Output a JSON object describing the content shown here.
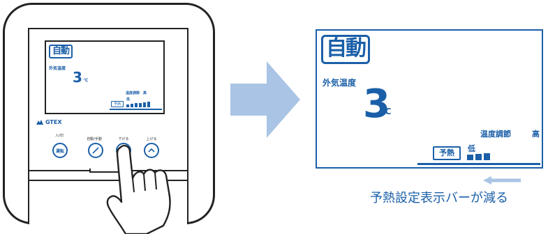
{
  "device": {
    "lcd": {
      "mode": "自動",
      "outdoor_temp_label": "外気温度",
      "outdoor_temp_value": "3",
      "temp_unit": "℃",
      "temp_adjust_label": "温度調節　高",
      "preheat_label": "予熱",
      "low_label": "低",
      "preheat_bar_fraction": 1.0
    },
    "brand": "GTEX",
    "buttons": [
      {
        "top_label": "入/切",
        "label": "運転"
      },
      {
        "top_label": "自動/手動",
        "label": ""
      },
      {
        "top_label": "下げる",
        "label": ""
      },
      {
        "top_label": "上げる",
        "label": ""
      }
    ]
  },
  "display": {
    "mode": "自動",
    "outdoor_temp_label": "外気温度",
    "outdoor_temp_value": "3",
    "temp_unit": "℃",
    "temp_adjust_label": "温度調節",
    "temp_adjust_level": "高",
    "preheat_label": "予熱",
    "low_label": "低",
    "preheat_bar_fraction": 0.6
  },
  "caption": "予熱設定表示バーが減る",
  "colors": {
    "accent": "#1a5fa8",
    "arrow": "#a9c4e4",
    "frame": "#222222"
  },
  "icons": [
    "arrow-right-icon",
    "arrow-left-icon",
    "hand-pointer-icon",
    "minus-icon",
    "chevron-down-icon",
    "chevron-up-icon"
  ]
}
